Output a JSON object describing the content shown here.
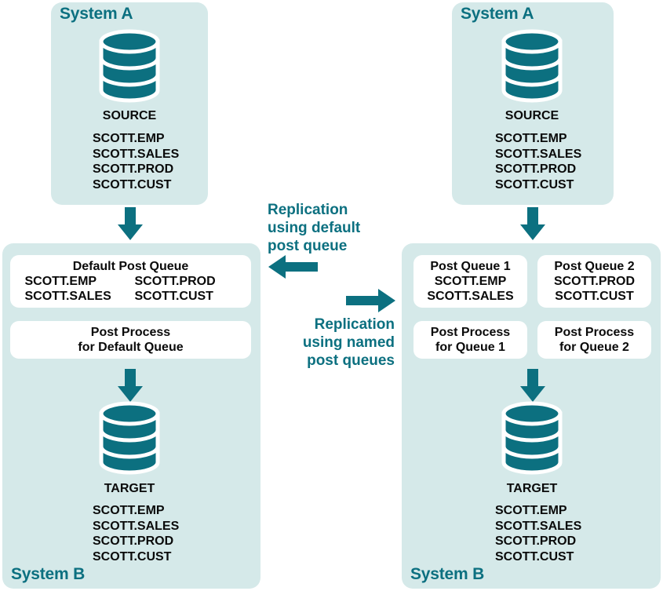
{
  "diagram": {
    "title_left_top": "System A",
    "title_right_top": "System A",
    "title_left_bottom": "System B",
    "title_right_bottom": "System B",
    "colors": {
      "panel_bg": "#d5e9e9",
      "teal": "#0c7080",
      "box_bg": "#ffffff",
      "text": "#0a0a0a"
    }
  },
  "left_flow": {
    "source": {
      "db_icon": "database-cylinder-icon",
      "label": "SOURCE",
      "tables": [
        "SCOTT.EMP",
        "SCOTT.SALES",
        "SCOTT.PROD",
        "SCOTT.CUST"
      ]
    },
    "queue_box": {
      "title": "Default Post Queue",
      "col1": [
        "SCOTT.EMP",
        "SCOTT.SALES"
      ],
      "col2": [
        "SCOTT.PROD",
        "SCOTT.CUST"
      ]
    },
    "post_process_box": {
      "line1": "Post Process",
      "line2": "for Default Queue"
    },
    "target": {
      "db_icon": "database-cylinder-icon",
      "label": "TARGET",
      "tables": [
        "SCOTT.EMP",
        "SCOTT.SALES",
        "SCOTT.PROD",
        "SCOTT.CUST"
      ]
    }
  },
  "right_flow": {
    "source": {
      "db_icon": "database-cylinder-icon",
      "label": "SOURCE",
      "tables": [
        "SCOTT.EMP",
        "SCOTT.SALES",
        "SCOTT.PROD",
        "SCOTT.CUST"
      ]
    },
    "queue_box_1": {
      "title": "Post Queue 1",
      "tables": [
        "SCOTT.EMP",
        "SCOTT.SALES"
      ]
    },
    "queue_box_2": {
      "title": "Post Queue 2",
      "tables": [
        "SCOTT.PROD",
        "SCOTT.CUST"
      ]
    },
    "post_process_box_1": {
      "line1": "Post Process",
      "line2": "for Queue 1"
    },
    "post_process_box_2": {
      "line1": "Post Process",
      "line2": "for Queue 2"
    },
    "target": {
      "db_icon": "database-cylinder-icon",
      "label": "TARGET",
      "tables": [
        "SCOTT.EMP",
        "SCOTT.SALES",
        "SCOTT.PROD",
        "SCOTT.CUST"
      ]
    }
  },
  "center": {
    "label_left": {
      "line1": "Replication",
      "line2": "using default",
      "line3": "post queue",
      "arrow": "arrow-left-icon"
    },
    "label_right": {
      "line1": "Replication",
      "line2": "using named",
      "line3": "post queues",
      "arrow": "arrow-right-icon"
    }
  }
}
